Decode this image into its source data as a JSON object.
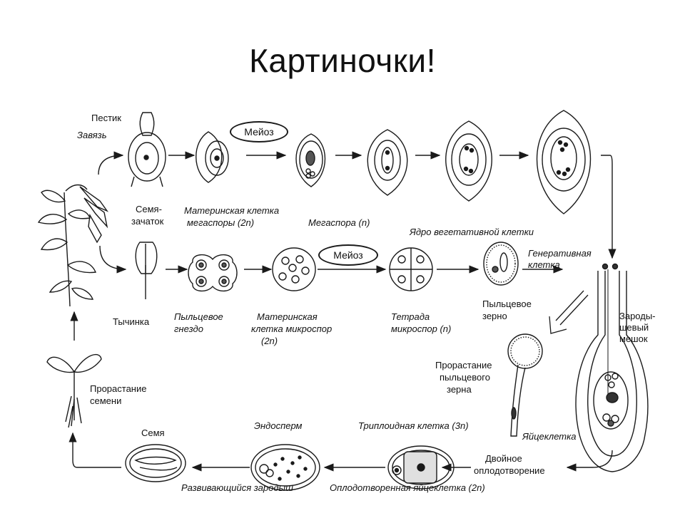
{
  "title": "Картиночки!",
  "colors": {
    "ink": "#1a1a1a",
    "background": "#ffffff",
    "cell_fill": "#d9d9d9",
    "dark_fill": "#333333"
  },
  "labels": {
    "pistil": "Пестик",
    "ovary": "Завязь",
    "meiosis_top": "Мейоз",
    "meiosis_mid": "Мейоз",
    "ovule_line1": "Семя-",
    "ovule_line2": "зачаток",
    "megaspore_mother_line1": "Материнская клетка",
    "megaspore_mother_line2": "мегаспоры (2n)",
    "megaspore": "Мегаспора (n)",
    "vegetative_nucleus": "Ядро вегетативной клетки",
    "generative_line1": "Генеративная",
    "generative_line2": "клетка",
    "pollen_grain_line1": "Пыльцевое",
    "pollen_grain_line2": "зерно",
    "stamen": "Тычинка",
    "pollen_sac_line1": "Пыльцевое",
    "pollen_sac_line2": "гнездо",
    "microspore_mother_line1": "Материнская",
    "microspore_mother_line2": "клетка микроспор",
    "microspore_mother_line3": "(2n)",
    "tetrad_line1": "Тетрада",
    "tetrad_line2": "микроспор (n)",
    "embryo_sac_line1": "Зароды-",
    "embryo_sac_line2": "шевый",
    "embryo_sac_line3": "мешок",
    "pollen_germ_line1": "Прорастание",
    "pollen_germ_line2": "пыльцевого",
    "pollen_germ_line3": "зерна",
    "egg_cell": "Яйцеклетка",
    "double_fert_line1": "Двойное",
    "double_fert_line2": "оплодотворение",
    "seed_germ_line1": "Прорастание",
    "seed_germ_line2": "семени",
    "seed": "Семя",
    "endosperm": "Эндосперм",
    "triploid_cell": "Триплоидная клетка (3n)",
    "developing_embryo": "Развивающийся зародыш",
    "fertilized_egg": "Оплодотворенная яйцеклетка (2n)"
  }
}
